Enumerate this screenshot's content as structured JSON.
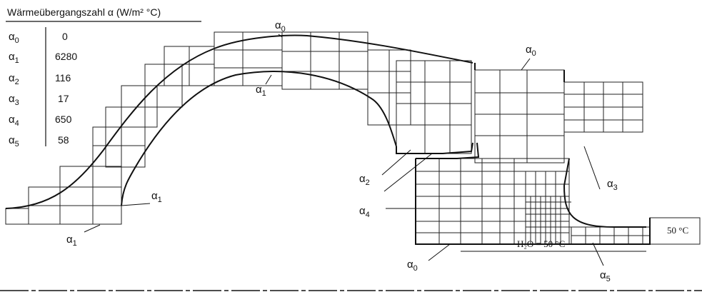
{
  "legend": {
    "title": "Wärmeübergangszahl α (W/m² °C)",
    "rows": [
      {
        "symbol": "α",
        "sub": "0",
        "value": "0"
      },
      {
        "symbol": "α",
        "sub": "1",
        "value": "6280"
      },
      {
        "symbol": "α",
        "sub": "2",
        "value": "116"
      },
      {
        "symbol": "α",
        "sub": "3",
        "value": "17"
      },
      {
        "symbol": "α",
        "sub": "4",
        "value": "650"
      },
      {
        "symbol": "α",
        "sub": "5",
        "value": "58"
      }
    ]
  },
  "labels": {
    "a0_top": {
      "symbol": "α",
      "sub": "0"
    },
    "a0_right_top": {
      "symbol": "α",
      "sub": "0"
    },
    "a1_inner": {
      "symbol": "α",
      "sub": "1"
    },
    "a1_left": {
      "symbol": "α",
      "sub": "1"
    },
    "a1_bottom": {
      "symbol": "α",
      "sub": "1"
    },
    "a2": {
      "symbol": "α",
      "sub": "2"
    },
    "a4": {
      "symbol": "α",
      "sub": "4"
    },
    "a3": {
      "symbol": "α",
      "sub": "3"
    },
    "a0_bottom": {
      "symbol": "α",
      "sub": "0"
    },
    "a5": {
      "symbol": "α",
      "sub": "5"
    }
  },
  "temps": {
    "right": "50 °C",
    "water": "H₂O = 50 °C"
  }
}
